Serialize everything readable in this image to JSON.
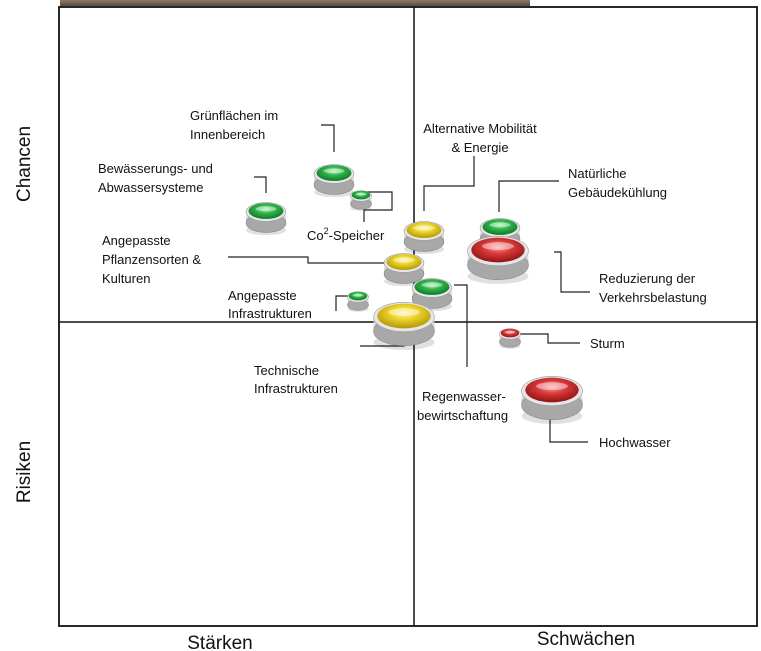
{
  "chart_data": {
    "type": "scatter",
    "title": "",
    "quadrant_labels": {
      "y_top": "Chancen",
      "y_bottom": "Risiken",
      "x_left": "Stärken",
      "x_right": "Schwächen"
    },
    "grid": false,
    "legend": "none",
    "colors": {
      "green": "#2fb54a",
      "yellow": "#ecd32a",
      "red": "#d93a3a"
    },
    "bubbles": [
      {
        "label": "Grünflächen im Innenbereich",
        "color": "green",
        "size": "medium"
      },
      {
        "label": "Bewässerungs- und Abwassersysteme",
        "color": "green",
        "size": "medium"
      },
      {
        "label": "Co²-Speicher",
        "color": "green",
        "size": "small"
      },
      {
        "label": "Alternative Mobilität & Energie",
        "color": "yellow",
        "size": "medium"
      },
      {
        "label": "Natürliche Gebäudekühlung",
        "color": "green",
        "size": "medium"
      },
      {
        "label": "Reduzierung der Verkehrsbelastung",
        "color": "red",
        "size": "large"
      },
      {
        "label": "Angepasste Pflanzensorten & Kulturen",
        "color": "yellow",
        "size": "medium"
      },
      {
        "label": "Angepasste Infrastrukturen",
        "color": "green",
        "size": "small"
      },
      {
        "label": "Regenwasser-bewirtschaftung",
        "color": "green",
        "size": "medium"
      },
      {
        "label": "Technische Infrastrukturen",
        "color": "yellow",
        "size": "large"
      },
      {
        "label": "Sturm",
        "color": "red",
        "size": "small"
      },
      {
        "label": "Hochwasser",
        "color": "red",
        "size": "large"
      }
    ]
  },
  "labels": {
    "gruen_1": "Grünflächen im",
    "gruen_2": "Innenbereich",
    "bew_1": "Bewässerungs- und",
    "bew_2": "Abwassersysteme",
    "co2_a": "Co",
    "co2_sup": "2",
    "co2_b": "-Speicher",
    "alt_1": "Alternative Mobilität",
    "alt_2": "& Energie",
    "nat_1": "Natürliche",
    "nat_2": "Gebäudekühlung",
    "red_1": "Reduzierung der",
    "red_2": "Verkehrsbelastung",
    "pfl_1": "Angepasste",
    "pfl_2": "Pflanzensorten &",
    "pfl_3": "Kulturen",
    "inf_1": "Angepasste",
    "inf_2": "Infrastrukturen",
    "tech_1": "Technische",
    "tech_2": "Infrastrukturen",
    "regen_1": "Regenwasser-",
    "regen_2": "bewirtschaftung",
    "sturm": "Sturm",
    "hoch": "Hochwasser"
  }
}
